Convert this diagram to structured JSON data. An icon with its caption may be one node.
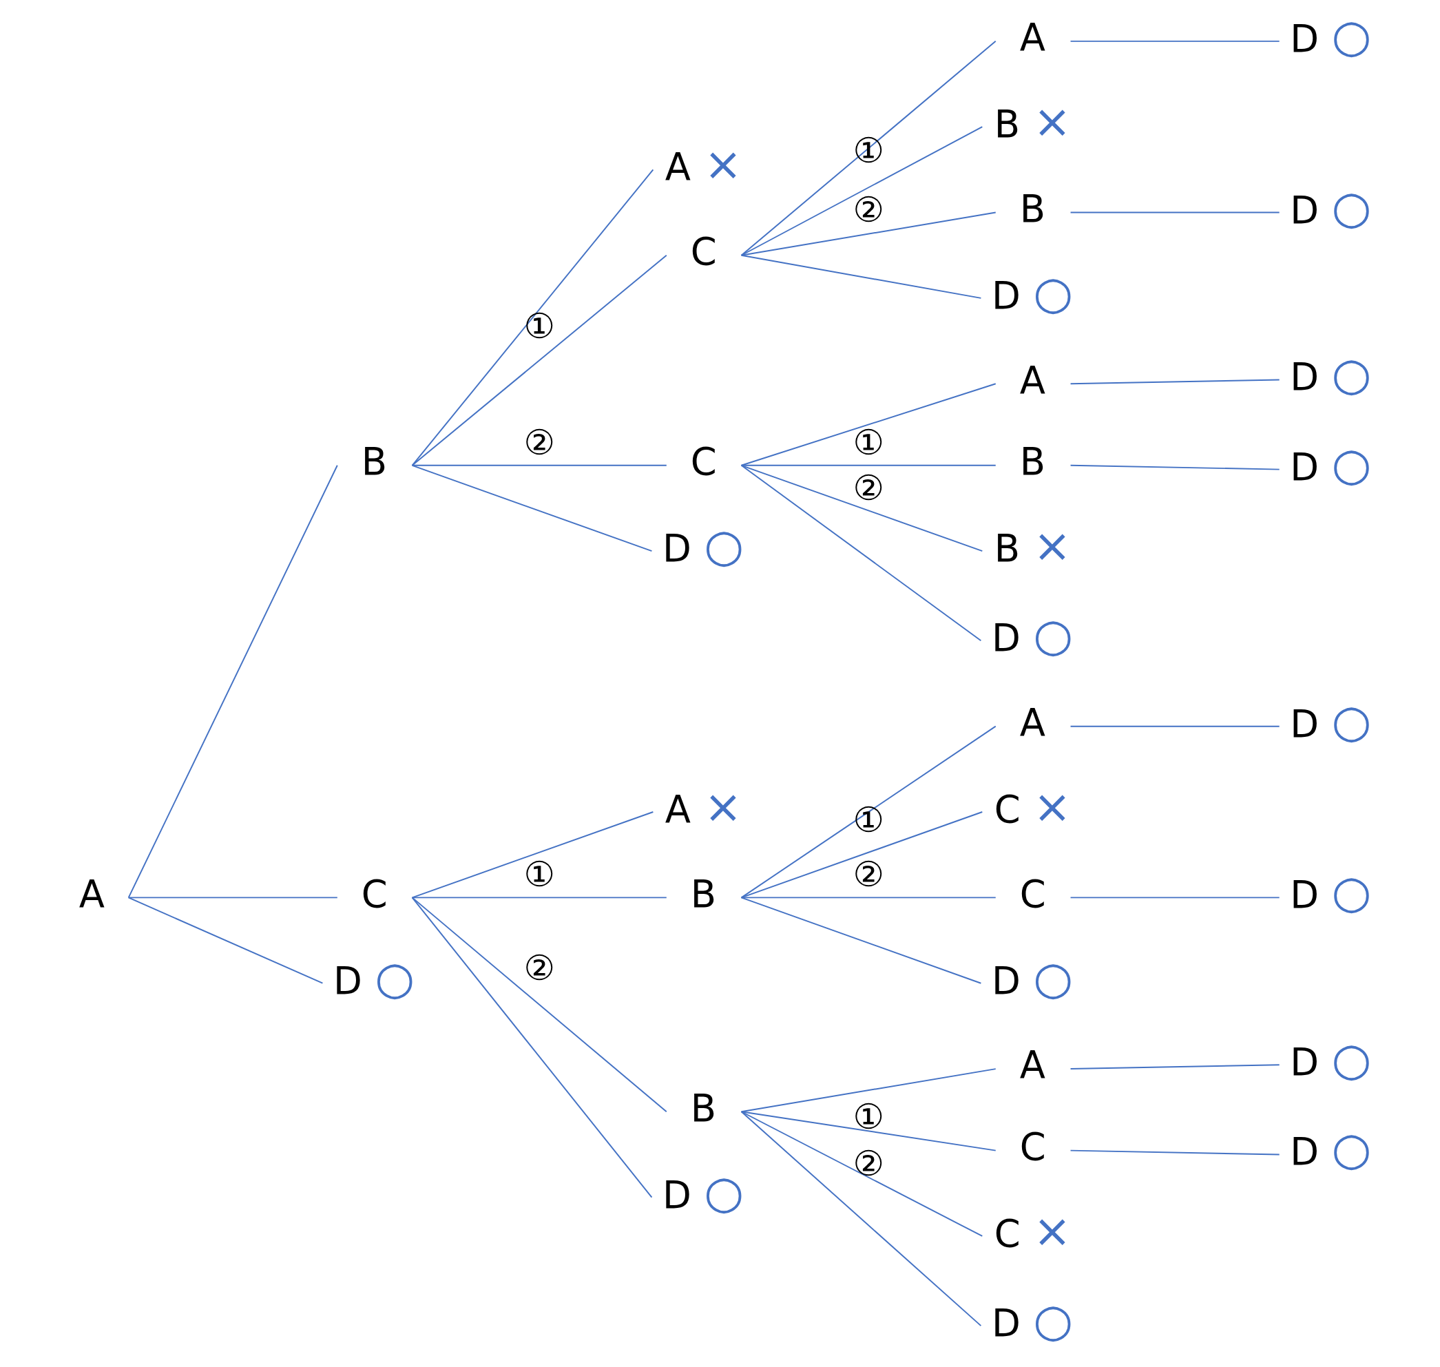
{
  "diagram": {
    "nodes": [
      {
        "text": [
          "A"
        ]
      },
      {
        "text": [
          "B"
        ]
      },
      {
        "text": [
          "C"
        ]
      },
      {
        "text": [
          "D"
        ],
        "beside": [
          "○"
        ]
      },
      {
        "text": [
          "A"
        ],
        "beside": [
          "×"
        ]
      },
      {
        "text": [
          "C"
        ]
      },
      {
        "text": [
          "C"
        ]
      },
      {
        "text": [
          "D"
        ],
        "beside": [
          "○"
        ]
      },
      {
        "text": [
          "A"
        ],
        "beside": [
          "×"
        ]
      },
      {
        "text": [
          "B"
        ]
      },
      {
        "text": [
          "B"
        ]
      },
      {
        "text": [
          "D"
        ],
        "beside": [
          "○"
        ]
      },
      {
        "text": [
          "A"
        ]
      },
      {
        "text": [
          "B"
        ],
        "beside": [
          "×"
        ]
      },
      {
        "text": [
          "B"
        ]
      },
      {
        "text": [
          "D"
        ],
        "beside": [
          "○"
        ]
      },
      {
        "text": [
          "A"
        ]
      },
      {
        "text": [
          "B"
        ]
      },
      {
        "text": [
          "B"
        ],
        "beside": [
          "×"
        ]
      },
      {
        "text": [
          "D"
        ],
        "beside": [
          "○"
        ]
      },
      {
        "text": [
          "A"
        ]
      },
      {
        "text": [
          "C"
        ],
        "beside": [
          "×"
        ]
      },
      {
        "text": [
          "C"
        ]
      },
      {
        "text": [
          "D"
        ],
        "beside": [
          "○"
        ]
      },
      {
        "text": [
          "A"
        ]
      },
      {
        "text": [
          "C"
        ]
      },
      {
        "text": [
          "C"
        ],
        "beside": [
          "×"
        ]
      },
      {
        "text": [
          "D"
        ],
        "beside": [
          "○"
        ]
      },
      {
        "text": [
          "D"
        ],
        "beside": [
          "○"
        ]
      },
      {
        "text": [
          "D"
        ],
        "beside": [
          "○"
        ]
      },
      {
        "text": [
          "D"
        ],
        "beside": [
          "○"
        ]
      },
      {
        "text": [
          "D"
        ],
        "beside": [
          "○"
        ]
      },
      {
        "text": [
          "D"
        ],
        "beside": [
          "○"
        ]
      },
      {
        "text": [
          "D"
        ],
        "beside": [
          "○"
        ]
      },
      {
        "text": [
          "D"
        ],
        "beside": [
          "○"
        ]
      },
      {
        "text": [
          "D"
        ],
        "beside": [
          "○"
        ]
      }
    ],
    "edges": [
      {
        "from": 0,
        "to": 1,
        "arrow": "none"
      },
      {
        "from": 0,
        "to": 2,
        "arrow": "none"
      },
      {
        "from": 0,
        "to": 3,
        "arrow": "none"
      },
      {
        "from": 1,
        "to": 4,
        "arrow": "none"
      },
      {
        "from": 1,
        "to": 5,
        "arrow": "none",
        "label": "①"
      },
      {
        "from": 1,
        "to": 6,
        "arrow": "none",
        "label": "②"
      },
      {
        "from": 1,
        "to": 7,
        "arrow": "none"
      },
      {
        "from": 2,
        "to": 8,
        "arrow": "none"
      },
      {
        "from": 2,
        "to": 9,
        "arrow": "none",
        "label": "①"
      },
      {
        "from": 2,
        "to": 10,
        "arrow": "none",
        "label": "②"
      },
      {
        "from": 2,
        "to": 11,
        "arrow": "none"
      },
      {
        "from": 5,
        "to": 12,
        "arrow": "none"
      },
      {
        "from": 5,
        "to": 13,
        "arrow": "none",
        "label": "①"
      },
      {
        "from": 5,
        "to": 14,
        "arrow": "none",
        "label": "②"
      },
      {
        "from": 5,
        "to": 15,
        "arrow": "none"
      },
      {
        "from": 6,
        "to": 16,
        "arrow": "none"
      },
      {
        "from": 6,
        "to": 17,
        "arrow": "none",
        "label": "①"
      },
      {
        "from": 6,
        "to": 18,
        "arrow": "none",
        "label": "②"
      },
      {
        "from": 6,
        "to": 19,
        "arrow": "none"
      },
      {
        "from": 9,
        "to": 20,
        "arrow": "none"
      },
      {
        "from": 9,
        "to": 21,
        "arrow": "none",
        "label": "①"
      },
      {
        "from": 9,
        "to": 22,
        "arrow": "none",
        "label": "②"
      },
      {
        "from": 9,
        "to": 23,
        "arrow": "none"
      },
      {
        "from": 10,
        "to": 24,
        "arrow": "none"
      },
      {
        "from": 10,
        "to": 25,
        "arrow": "none",
        "label": "①"
      },
      {
        "from": 10,
        "to": 26,
        "arrow": "none",
        "label": "②"
      },
      {
        "from": 10,
        "to": 27,
        "arrow": "none"
      },
      {
        "from": 12,
        "to": 28,
        "arrow": "none"
      },
      {
        "from": 14,
        "to": 29,
        "arrow": "none"
      },
      {
        "from": 16,
        "to": 30,
        "arrow": "none"
      },
      {
        "from": 17,
        "to": 31,
        "arrow": "none"
      },
      {
        "from": 20,
        "to": 32,
        "arrow": "none"
      },
      {
        "from": 22,
        "to": 33,
        "arrow": "none"
      },
      {
        "from": 24,
        "to": 34,
        "arrow": "none"
      },
      {
        "from": 25,
        "to": 35,
        "arrow": "none"
      }
    ]
  }
}
